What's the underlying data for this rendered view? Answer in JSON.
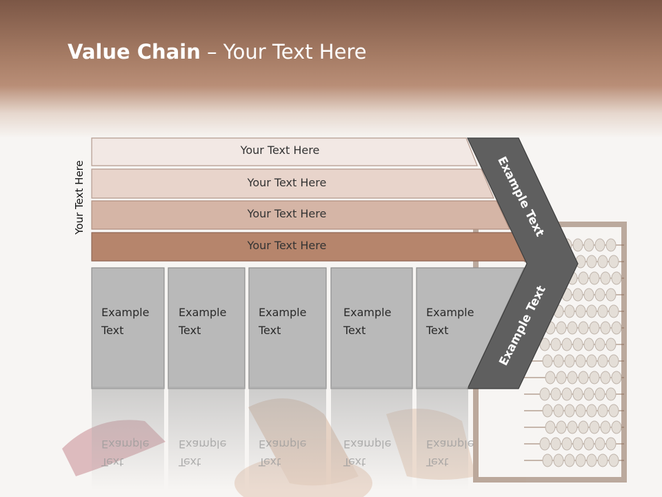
{
  "slide": {
    "title_bold": "Value Chain",
    "title_rest": " – Your Text Here"
  },
  "side_label": "Your Text Here",
  "bars": [
    {
      "label": "Your Text Here",
      "color": "#f2e8e4"
    },
    {
      "label": "Your Text Here",
      "color": "#e8d4cb"
    },
    {
      "label": "Your Text Here",
      "color": "#d5b5a6"
    },
    {
      "label": "Your Text Here",
      "color": "#b6856c"
    }
  ],
  "columns": [
    {
      "line1": "Example",
      "line2": "Text"
    },
    {
      "line1": "Example",
      "line2": "Text"
    },
    {
      "line1": "Example",
      "line2": "Text"
    },
    {
      "line1": "Example",
      "line2": "Text"
    },
    {
      "line1": "Example",
      "line2": "Text"
    }
  ],
  "arrow": {
    "upper_label": "Example Text",
    "lower_label": "Example Text",
    "color": "#5f5f5f"
  },
  "colors": {
    "header_brown": "#a57b64",
    "column_gray": "#b9b9b9",
    "column_border": "#8e8e8e"
  }
}
